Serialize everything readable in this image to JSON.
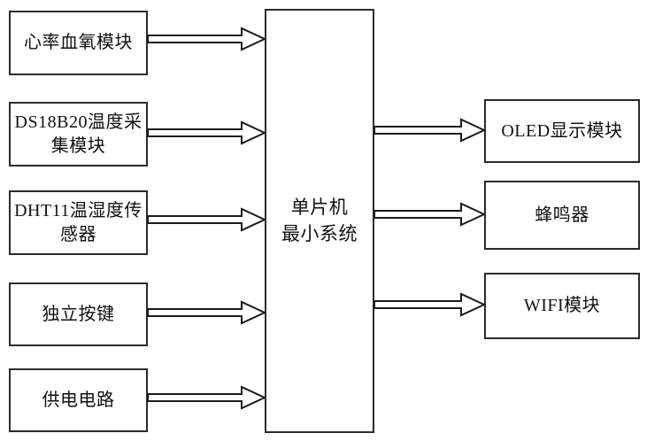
{
  "colors": {
    "background": "#ffffff",
    "box_border": "#2b2b2b",
    "arrow_outline": "#1a1a1a",
    "arrow_fill": "#ffffff",
    "text": "#111111"
  },
  "diagram": {
    "center_box": {
      "lines": [
        "单片机",
        "最小系统"
      ]
    },
    "input_boxes": [
      {
        "lines": [
          "心率血氧模块"
        ]
      },
      {
        "lines": [
          "DS18B20温度采",
          "集模块"
        ]
      },
      {
        "lines": [
          "DHT11温湿度传",
          "感器"
        ]
      },
      {
        "lines": [
          "独立按键"
        ]
      },
      {
        "lines": [
          "供电电路"
        ]
      }
    ],
    "output_boxes": [
      {
        "lines": [
          "OLED显示模块"
        ]
      },
      {
        "lines": [
          "蜂鸣器"
        ]
      },
      {
        "lines": [
          "WIFI模块"
        ]
      }
    ]
  }
}
